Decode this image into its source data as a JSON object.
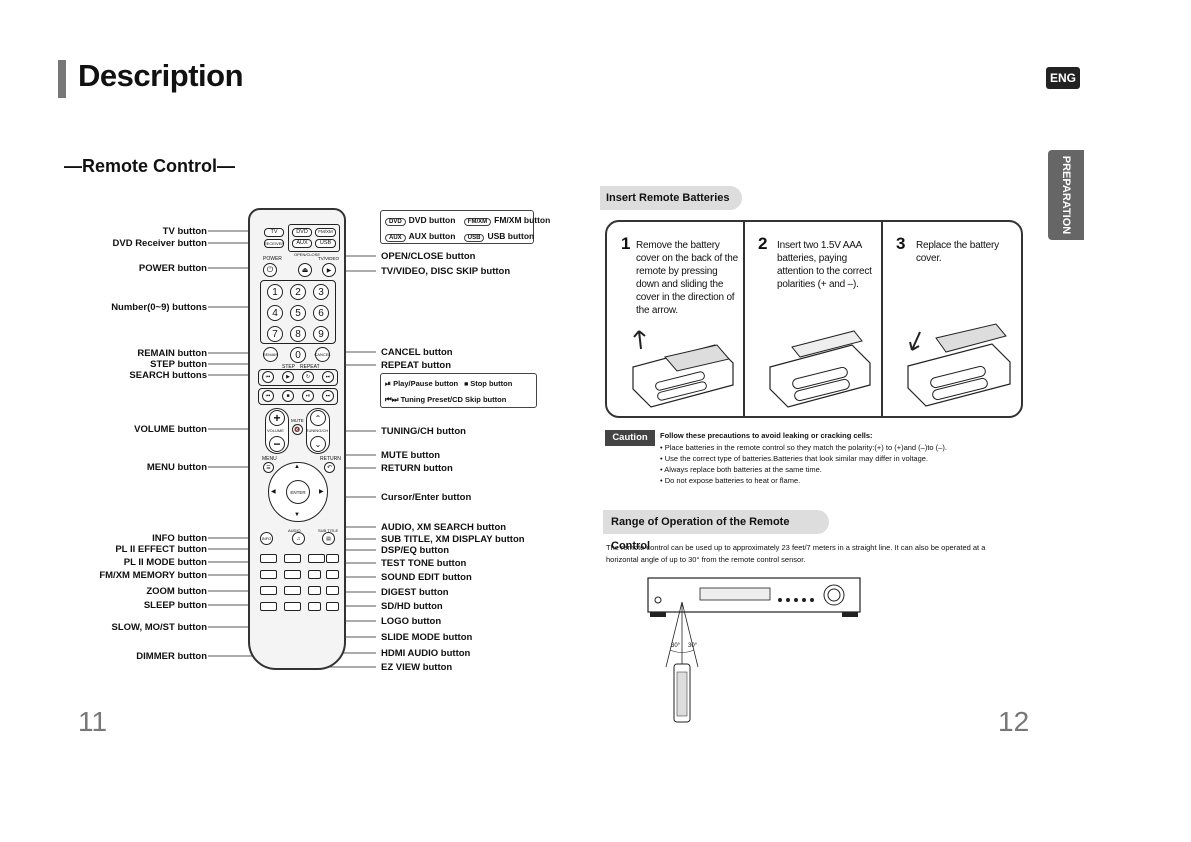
{
  "header": {
    "title": "Description",
    "lang_badge": "ENG",
    "side_tab": "PREPARATION"
  },
  "left": {
    "subtitle": "—Remote Control—",
    "left_labels": [
      "TV button",
      "DVD Receiver button",
      "POWER button",
      "Number(0~9) buttons",
      "REMAIN button",
      "STEP button",
      "SEARCH buttons",
      "VOLUME button",
      "MENU button",
      "INFO button",
      "PL II EFFECT button",
      "PL II MODE button",
      "FM/XM MEMORY button",
      "ZOOM button",
      "SLEEP button",
      "SLOW, MO/ST button",
      "DIMMER button"
    ],
    "right_labels": [
      "OPEN/CLOSE button",
      "TV/VIDEO, DISC SKIP button",
      "CANCEL button",
      "REPEAT button",
      "TUNING/CH button",
      "MUTE button",
      "RETURN button",
      "Cursor/Enter button",
      "AUDIO, XM SEARCH button",
      "SUB TITLE, XM DISPLAY button",
      "DSP/EQ button",
      "TEST TONE button",
      "SOUND EDIT button",
      "DIGEST button",
      "SD/HD button",
      "LOGO button",
      "SLIDE MODE button",
      "HDMI AUDIO button",
      "EZ VIEW button"
    ],
    "source_legend": {
      "dvd_chip": "DVD",
      "dvd": "DVD button",
      "fm_chip": "FM/XM",
      "fm": "FM/XM button",
      "aux_chip": "AUX",
      "aux": "AUX button",
      "usb_chip": "USB",
      "usb": "USB button"
    },
    "play_legend": {
      "play": "Play/Pause button",
      "stop": "Stop button",
      "tuning": "Tuning Preset/CD Skip button"
    },
    "remote_keys": {
      "tv": "TV",
      "receiver": "RECEIVER",
      "dvd": "DVD",
      "fmxm": "FM/XM",
      "aux": "AUX",
      "usb": "USB",
      "power": "POWER",
      "open_close": "OPEN/CLOSE",
      "tv_video": "TV/VIDEO",
      "digits": [
        "1",
        "2",
        "3",
        "4",
        "5",
        "6",
        "7",
        "8",
        "9",
        "0"
      ],
      "remain": "REMAIN",
      "cancel": "CANCEL",
      "step": "STEP",
      "repeat": "REPEAT",
      "volume": "VOLUME",
      "tuning": "TUNING/CH",
      "mute": "MUTE",
      "menu": "MENU",
      "return": "RETURN",
      "enter": "ENTER",
      "info": "INFO",
      "audio": "AUDIO",
      "subtitle": "SUB TITLE"
    },
    "page_number": "11"
  },
  "right": {
    "insert_title": "Insert Remote Batteries",
    "steps": [
      {
        "num": "1",
        "text": "Remove the battery cover on the back of the remote by pressing down and sliding the cover in the direction of the arrow."
      },
      {
        "num": "2",
        "text": "Insert two 1.5V AAA batteries, paying attention to the correct polarities (+ and –)."
      },
      {
        "num": "3",
        "text": "Replace the battery cover."
      }
    ],
    "caution_label": "Caution",
    "caution_heading": "Follow these precautions to avoid leaking or cracking cells:",
    "caution_items": [
      "• Place batteries in the remote control so they match the polarity:(+) to (+)and (–)to (–).",
      "• Use the correct type of batteries.Batteries that look similar may differ in voltage.",
      "• Always replace both batteries at the same time.",
      "• Do not expose batteries to heat or flame."
    ],
    "range_title": "Range of Operation of the Remote Control",
    "range_text": "The remote control can be used up to approximately 23 feet/7 meters in a straight line. It can also be operated at a horizontal angle of up to 30° from the remote control sensor.",
    "angle_left": "30°",
    "angle_right": "30°",
    "page_number": "12"
  }
}
